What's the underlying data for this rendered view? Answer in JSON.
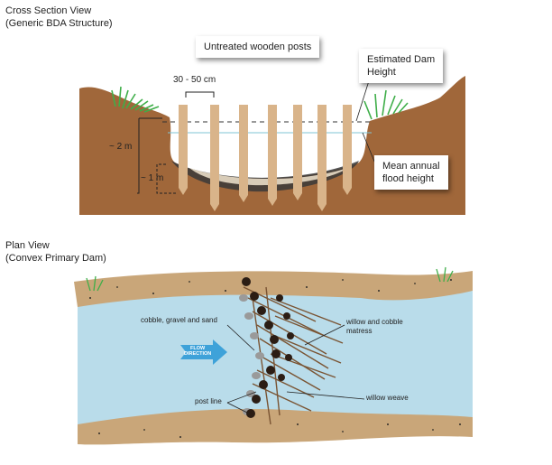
{
  "cross_section": {
    "title": "Cross Section View",
    "subtitle": "(Generic BDA Structure)",
    "callouts": {
      "posts": "Untreated wooden posts",
      "dam_height_line1": "Estimated Dam",
      "dam_height_line2": "Height",
      "flood_line1": "Mean annual",
      "flood_line2": "flood height"
    },
    "dimensions": {
      "spacing": "30 - 50 cm",
      "depth_total": "~ 2 m",
      "depth_post": "~ 1 m"
    },
    "colors": {
      "soil": "#a0673a",
      "post": "#d9b48a",
      "water_line": "#7fc6d6",
      "grass": "#3fae49"
    }
  },
  "plan_view": {
    "title": "Plan View",
    "subtitle": "(Convex Primary Dam)",
    "labels": {
      "cobble": "cobble, gravel and sand",
      "willow_cobble_line1": "willow and cobble",
      "willow_cobble_line2": "matress",
      "flow_line1": "FLOW",
      "flow_line2": "DIRECTION",
      "willow_weave": "willow weave",
      "post_line": "post line"
    },
    "colors": {
      "water": "#b9dcea",
      "bank": "#c9a679",
      "flow_arrow": "#3ea2d9"
    }
  }
}
